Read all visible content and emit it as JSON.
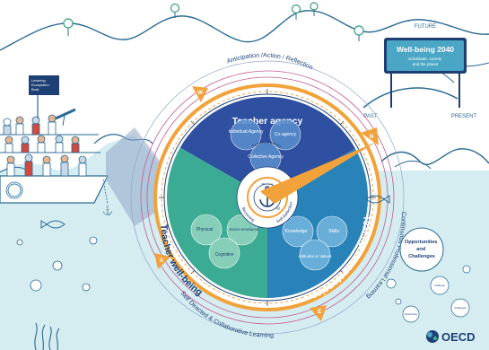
{
  "colors": {
    "sky": "#ffffff",
    "sea": "#d5ecf1",
    "sea_line": "#2a6a93",
    "navy": "#1d3f73",
    "agency_fill": "#2f4fa0",
    "wellbeing_fill": "#3cab93",
    "competencies_fill": "#2a83b8",
    "orange": "#f2a23a",
    "sign_fill": "#4aa6c4"
  },
  "boat_sign": {
    "lines": [
      "Learning",
      "Ecosystem",
      "Boat"
    ]
  },
  "future_sign": {
    "future_label": "FUTURE",
    "past_label": "PAST",
    "present_label": "PRESENT",
    "title": "Well-being 2040",
    "subtitle_lines": [
      "Individuals, society",
      "and the planet"
    ]
  },
  "compass": {
    "outer_ring_top": "Anticipation /Action / Reflection",
    "outer_ring_right": "Continuous Professional Learning",
    "outer_ring_left": "Self Directed & Collaborative Learning",
    "directions": {
      "n": "N",
      "e": "E",
      "s": "S",
      "w": "W"
    },
    "agency": {
      "title": "Teacher agency",
      "circles": [
        "Individual Agency",
        "Co-agency",
        "Collective Agency"
      ]
    },
    "wellbeing": {
      "title": "Teacher well-being",
      "circles": [
        "Physical",
        "Socio-emotional",
        "Cognitive"
      ]
    },
    "competencies": {
      "title": "Teacher competencies",
      "circles": [
        "Knowledge",
        "Skills",
        "Attitudes & Values"
      ]
    },
    "center_ring": [
      "Self-Awareness",
      "Being",
      "Self-Reflection",
      "Becoming",
      "Doing"
    ]
  },
  "opportunities": {
    "lines": [
      "Opportunities",
      "and",
      "Challenges"
    ]
  },
  "bubble_words": [
    "Challenge",
    "Opportunities",
    "Challenges"
  ],
  "logo": {
    "text": "OECD"
  }
}
